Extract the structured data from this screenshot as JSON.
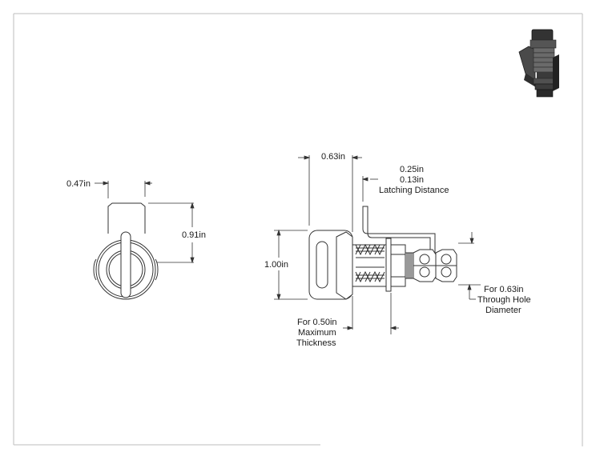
{
  "labels": {
    "front_width": "0.47in",
    "front_height": "0.91in",
    "side_top_width": "0.63in",
    "latch_1": "0.25in",
    "latch_2": "0.13in",
    "latch_caption": "Latching Distance",
    "side_height": "1.00in",
    "thickness_1": "For 0.50in",
    "thickness_2": "Maximum",
    "thickness_3": "Thickness",
    "hole_1": "For 0.63in",
    "hole_2": "Through Hole",
    "hole_3": "Diameter"
  },
  "icons": {
    "preview": "latch-preview-icon"
  }
}
